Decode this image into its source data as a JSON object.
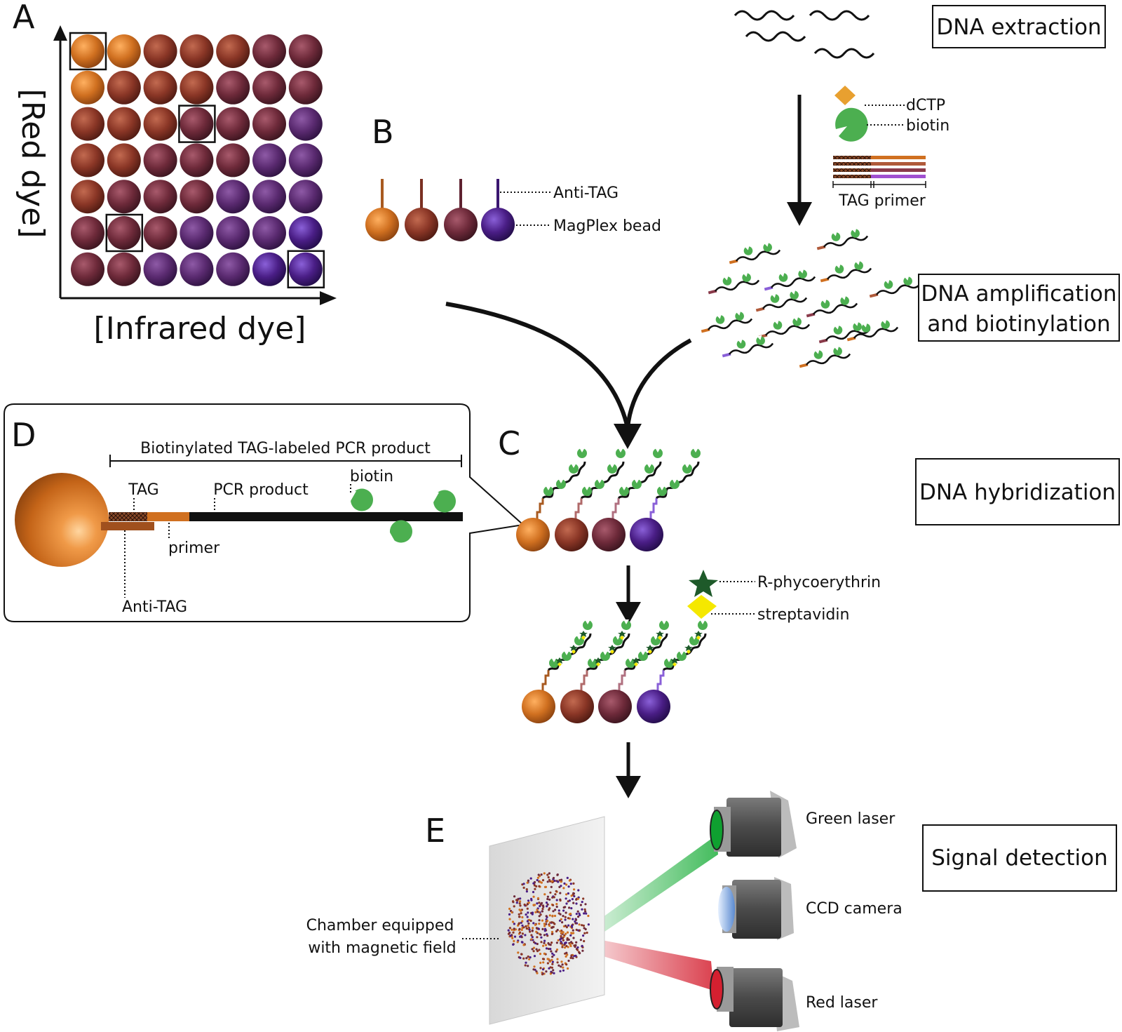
{
  "panels": {
    "a": "A",
    "b": "B",
    "c": "C",
    "d": "D",
    "e": "E"
  },
  "grid": {
    "x_axis_label": "[Infrared dye]",
    "y_axis_label": "[Red dye]",
    "highlighted": [
      [
        0,
        0
      ],
      [
        2,
        3
      ],
      [
        5,
        1
      ],
      [
        6,
        6
      ]
    ]
  },
  "beads_b": {
    "anti_tag": "Anti-TAG",
    "magplex_bead": "MagPlex bead"
  },
  "reagents": {
    "dctp": "dCTP",
    "biotin": "biotin",
    "tag_primer": "TAG primer"
  },
  "steps": {
    "dna_extraction": "DNA extraction",
    "dna_amplification_line1": "DNA amplification",
    "dna_amplification_line2": "and biotinylation",
    "dna_hybridization": "DNA hybridization",
    "signal_detection": "Signal detection"
  },
  "panel_d": {
    "product_label": "Biotinylated TAG-labeled PCR product",
    "tag": "TAG",
    "pcr_product": "PCR product",
    "biotin": "biotin",
    "primer": "primer",
    "anti_tag": "Anti-TAG"
  },
  "labeling": {
    "r_phycoerythrin": "R-phycoerythrin",
    "streptavidin": "streptavidin"
  },
  "detection": {
    "green_laser": "Green laser",
    "ccd_camera": "CCD camera",
    "red_laser": "Red laser",
    "chamber_line1": "Chamber equipped",
    "chamber_line2": "with magnetic field"
  },
  "colors": {
    "orange": "#d07020",
    "brown": "#8a3626",
    "maroon": "#6e2a3a",
    "purple": "#4a1e86",
    "biotin_green": "#4caf50",
    "dctp_orange": "#e8a030",
    "pe_green": "#1e5a2a",
    "streptavidin_yellow": "#f5e800"
  }
}
